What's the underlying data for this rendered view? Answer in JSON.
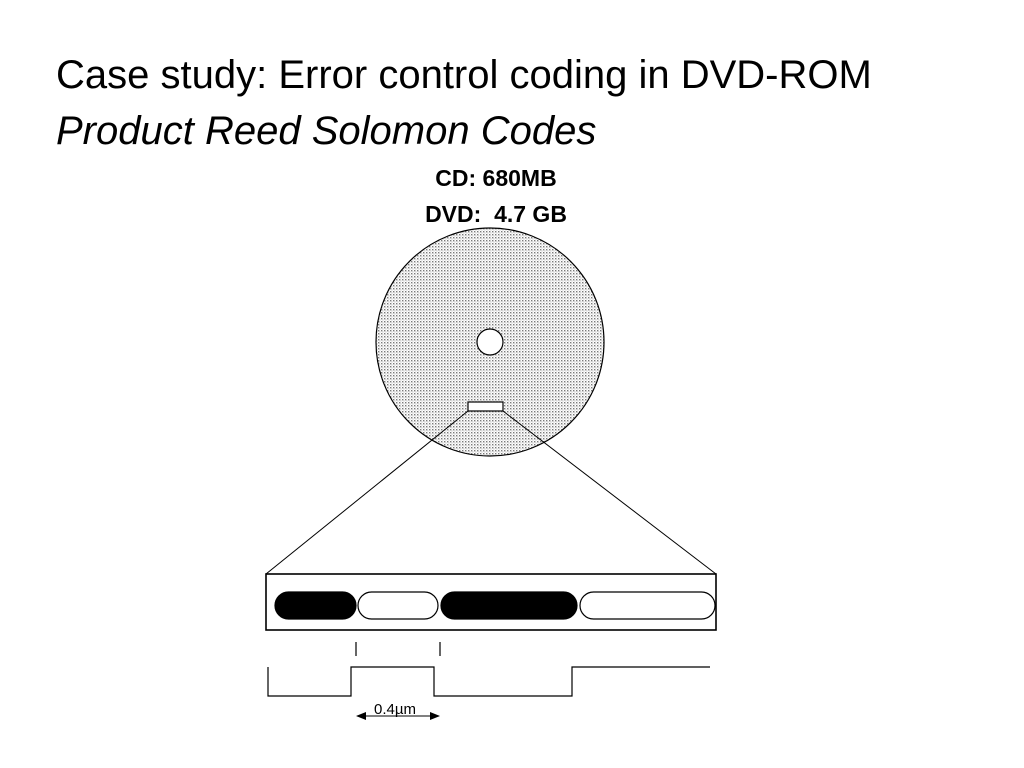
{
  "slide": {
    "title": "Case study:  Error control coding in DVD-ROM",
    "subtitle": "Product Reed Solomon Codes"
  },
  "disc": {
    "cd_capacity": "CD: 680MB",
    "dvd_capacity": "DVD:  4.7 GB"
  },
  "track": {
    "pits": [
      "pit",
      "land",
      "pit",
      "land"
    ],
    "pitch_label": "0.4µm"
  }
}
